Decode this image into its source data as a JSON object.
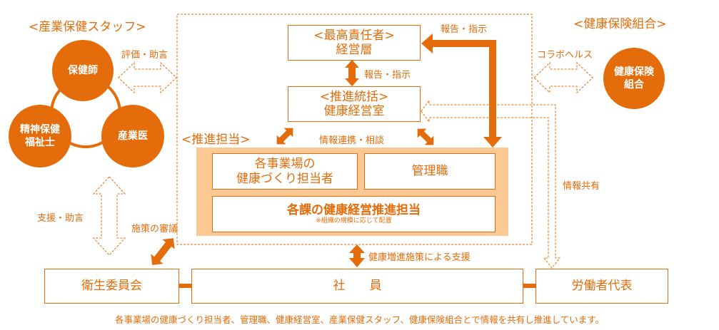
{
  "occupational_health": {
    "title": "<産業保健スタッフ>",
    "nurse": "保健師",
    "psw_line1": "精神保健",
    "psw_line2": "福祉士",
    "doctor": "産業医",
    "arrow_label": "評価・助言",
    "support_label": "支援・助言"
  },
  "insurance": {
    "title": "<健康保険組合>",
    "circle_line1": "健康保険",
    "circle_line2": "組合",
    "arrow_label": "コラボヘルス",
    "share_label": "情報共有"
  },
  "org": {
    "top_line1": "<最高責任者>",
    "top_line2": "経営層",
    "report_label_1": "報告・指示",
    "report_label_2": "報告・指示",
    "hq_line1": "<推進統括>",
    "hq_line2": "健康経営室",
    "promotion_title": "<推進担当>",
    "liaison_label": "情報連携・相談",
    "site_line1": "各事業場の",
    "site_line2": "健康づくり担当者",
    "managers": "管理職",
    "dept_title": "各課の健康経営推進担当",
    "dept_note": "※組織の規模に応じて配置"
  },
  "bottom": {
    "policy_label": "施策の審議",
    "support_label": "健康増進施策による支援",
    "committee": "衛生委員会",
    "employees": "社　　員",
    "worker_rep": "労働者代表"
  },
  "footer": "各事業場の健康づくり担当者、管理職、健康経営室、産業保健スタッフ、健康保険組合とで情報を共有し推進しています。",
  "colors": {
    "accent": "#e46c0a",
    "shade": "#fcc894"
  }
}
